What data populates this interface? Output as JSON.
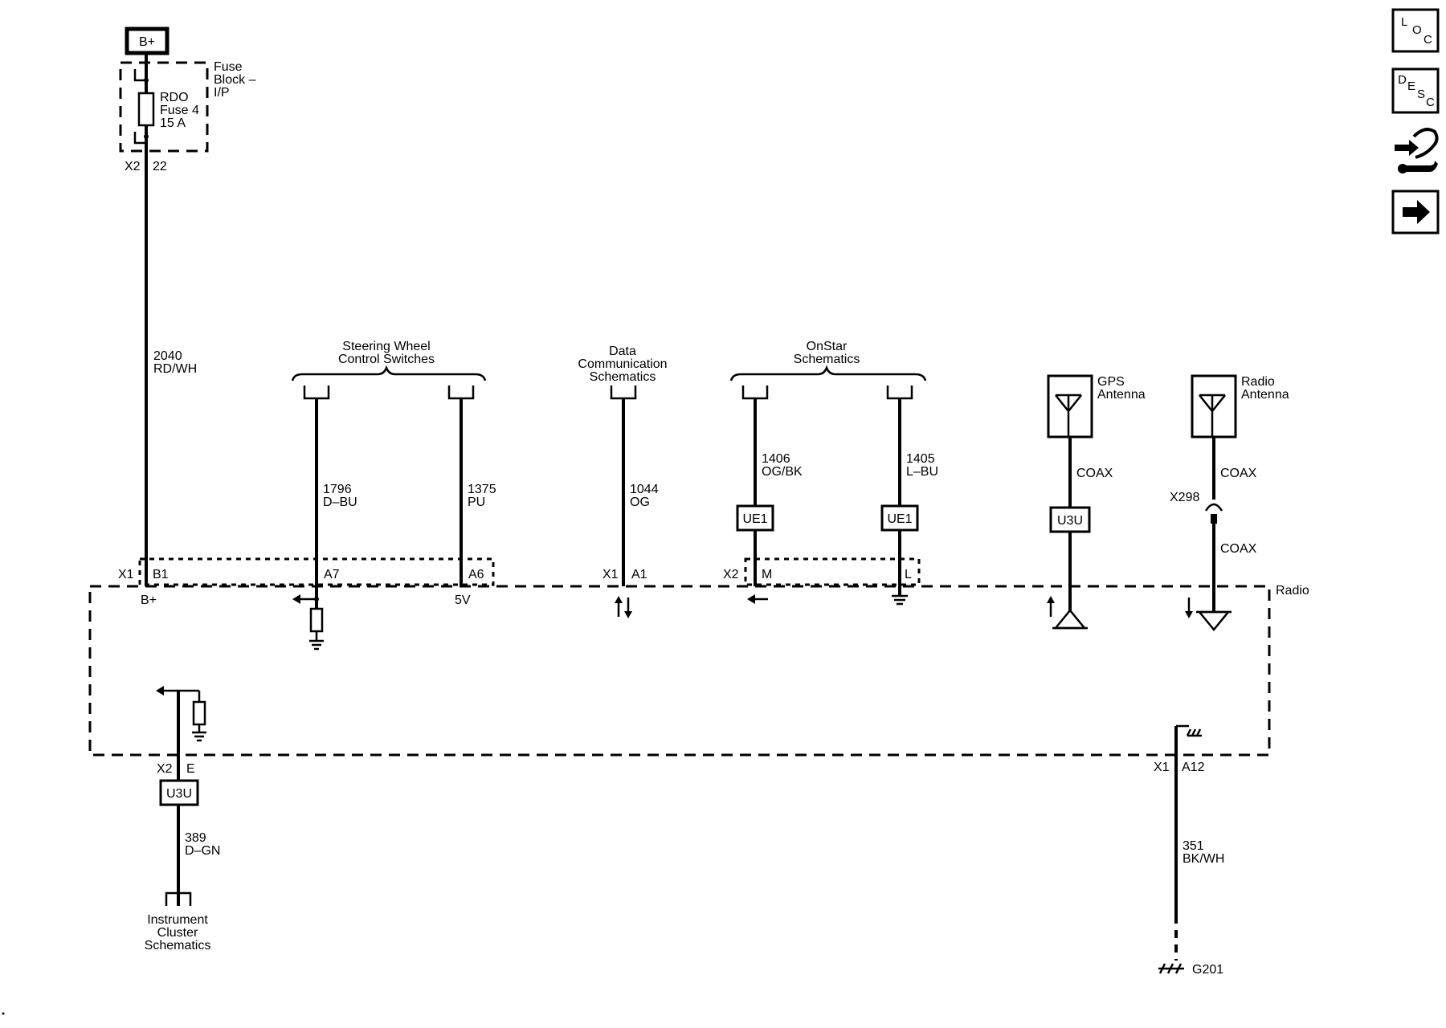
{
  "power": {
    "label": "B+"
  },
  "fuse_block": {
    "title_line1": "Fuse",
    "title_line2": "Block –",
    "title_line3": "I/P",
    "fuse_line1": "RDO",
    "fuse_line2": "Fuse 4",
    "fuse_line3": "15 A",
    "conn": "X2",
    "pin": "22"
  },
  "wire_power": {
    "num": "2040",
    "color": "RD/WH"
  },
  "swc": {
    "line1": "Steering Wheel",
    "line2": "Control Switches"
  },
  "dcs": {
    "line1": "Data",
    "line2": "Communication",
    "line3": "Schematics"
  },
  "onstar": {
    "line1": "OnStar",
    "line2": "Schematics"
  },
  "gps": {
    "line1": "GPS",
    "line2": "Antenna"
  },
  "radio_ant": {
    "line1": "Radio",
    "line2": "Antenna"
  },
  "wires": {
    "w1796": {
      "num": "1796",
      "color": "D–BU"
    },
    "w1375": {
      "num": "1375",
      "color": "PU"
    },
    "w1044": {
      "num": "1044",
      "color": "OG"
    },
    "w1406": {
      "num": "1406",
      "color": "OG/BK"
    },
    "w1405": {
      "num": "1405",
      "color": "L–BU"
    },
    "coax": "COAX",
    "w389": {
      "num": "389",
      "color": "D–GN"
    },
    "w351": {
      "num": "351",
      "color": "BK/WH"
    }
  },
  "options": {
    "ue1": "UE1",
    "u3u": "U3U"
  },
  "connectors": {
    "x1": "X1",
    "x2": "X2",
    "b1": "B1",
    "a7": "A7",
    "a6": "A6",
    "a1": "A1",
    "m": "M",
    "l": "L",
    "e": "E",
    "a12": "A12",
    "x298": "X298"
  },
  "pin_funcs": {
    "bplus": "B+",
    "fivev": "5V"
  },
  "module": {
    "name": "Radio"
  },
  "instrument": {
    "line1": "Instrument",
    "line2": "Cluster",
    "line3": "Schematics"
  },
  "ground": {
    "g201": "G201"
  },
  "side_icons": {
    "loc": {
      "l": "L",
      "o": "O",
      "c": "C"
    },
    "desc": {
      "d": "D",
      "e": "E",
      "s": "S",
      "c": "C"
    },
    "names": [
      "loc-icon",
      "desc-icon",
      "connector-tool-icon",
      "next-arrow-icon"
    ]
  }
}
